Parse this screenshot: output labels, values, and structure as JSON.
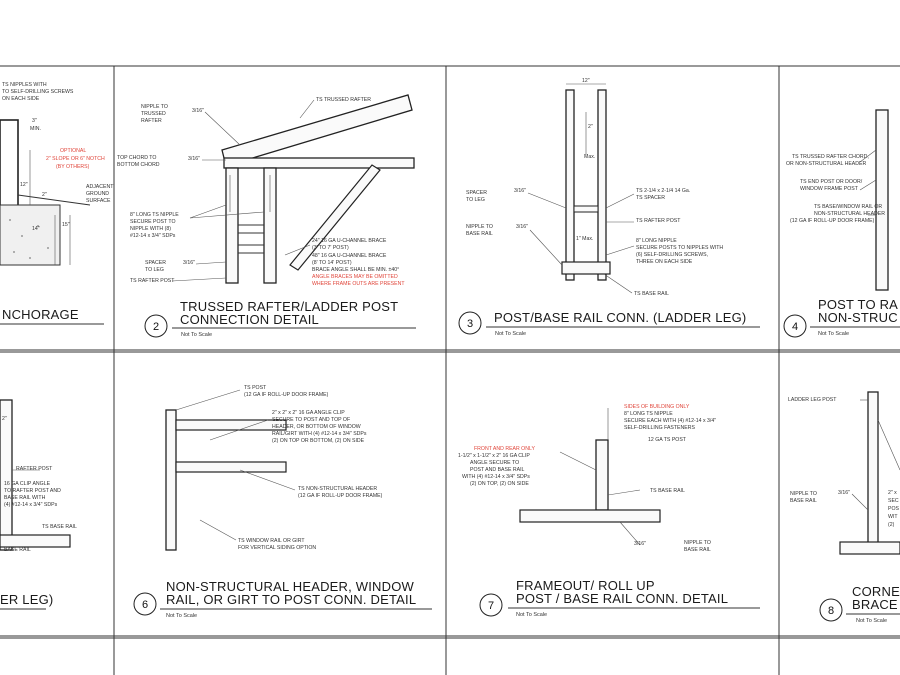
{
  "panels": {
    "p0": {
      "title": "NCHORAGE",
      "labels": [
        "TS NIPPLES WITH",
        "TO SELF-DRILLING SCREWS",
        "ON EACH SIDE",
        "3\"",
        "MIN.",
        "2\"",
        "12\"",
        "14\"",
        "15\"",
        "ADJACENT",
        "GROUND",
        "SURFACE"
      ],
      "red_labels": [
        "OPTIONAL",
        "2\" SLOPE OR 6\" NOTCH",
        "(BY OTHERS)"
      ]
    },
    "p1": {
      "number": "2",
      "title_line1": "TRUSSED RAFTER/LADDER POST",
      "title_line2": "CONNECTION DETAIL",
      "scale": "Not To Scale",
      "labels": [
        "NIPPLE TO",
        "TRUSSED",
        "RAFTER",
        "3/16\"",
        "TS TRUSSED RAFTER",
        "TOP CHORD TO",
        "BOTTOM CHORD",
        "3/16\"",
        "8\" LONG TS NIPPLE",
        "SECURE POST TO",
        "NIPPLE WITH (8)",
        "#12-14 x 3/4\" SDPs",
        "SPACER",
        "TO LEG",
        "3/16\"",
        "TS RAFTER POST",
        "24\" 16 GA U-CHANNEL BRACE",
        "(3' TO 7' POST)",
        "48\" 16 GA U-CHANNEL BRACE",
        "(8' TO 14' POST)",
        "BRACE ANGLE SHALL BE MIN. ±40°"
      ],
      "red_labels": [
        "ANGLE BRACES MAY BE OMITTED",
        "WHERE FRAME OUTS ARE PRESENT"
      ]
    },
    "p2": {
      "number": "3",
      "title": "POST/BASE RAIL CONN. (LADDER LEG)",
      "scale": "Not To Scale",
      "labels": [
        "12\"",
        "2\"",
        "Max.",
        "SPACER",
        "TO LEG",
        "3/16\"",
        "TS 2-1/4 x 2-1/4 14 Ga.",
        "TS SPACER",
        "TS RAFTER POST",
        "NIPPLE TO",
        "BASE RAIL",
        "3/16\"",
        "1\" Max.",
        "8\" LONG NIPPLE",
        "SECURE POSTS TO NIPPLES WITH",
        "(6) SELF-DRILLING SCREWS,",
        "THREE ON EACH SIDE",
        "TS BASE RAIL"
      ]
    },
    "p3": {
      "number": "4",
      "title_line1": "POST TO  RA",
      "title_line2": "NON-STRUC",
      "scale": "Not To Scale",
      "labels": [
        "TS TRUSSED RAFTER CHORD,",
        "OR NON-STRUCTURAL HEADER",
        "TS END POST OR DOOR/",
        "WINDOW FRAME POST",
        "TS BASE/WINDOW RAIL OR",
        "NON-STRUCTURAL HEADER",
        "(12 GA IF ROLL-UP DOOR FRAME)"
      ]
    },
    "p4": {
      "title": "ER LEG)",
      "labels": [
        "2\"",
        "RAFTER POST",
        "16 GA CLIP ANGLE",
        "TO RAFTER POST AND",
        "BASE RAIL WITH",
        "(4) #12-14 x 3/4\" SDPs",
        "TS BASE RAIL",
        "BASE RAIL"
      ]
    },
    "p5": {
      "number": "6",
      "title_line1": "NON-STRUCTURAL HEADER, WINDOW",
      "title_line2": "RAIL, OR GIRT TO POST CONN. DETAIL",
      "scale": "Not To Scale",
      "labels": [
        "TS POST",
        "(12 GA IF ROLL-UP DOOR FRAME)",
        "2\" x 2\" x 2\" 16 GA ANGLE CLIP",
        "SECURE TO POST AND TOP OF",
        "HEADER, OR BOTTOM OF WINDOW",
        "RAIL/GIRT WITH (4) #12-14 x 3/4\" SDPs",
        "(2) ON TOP OR BOTTOM, (2) ON SIDE",
        "TS NON-STRUCTURAL HEADER",
        "(12 GA IF ROLL-UP DOOR FRAME)",
        "TS WINDOW RAIL OR GIRT",
        "FOR VERTICAL SIDING OPTION"
      ]
    },
    "p6": {
      "number": "7",
      "title_line1": "FRAMEOUT/ ROLL UP",
      "title_line2": "POST / BASE RAIL CONN. DETAIL",
      "scale": "Not To Scale",
      "labels": [
        "8\" LONG TS NIPPLE",
        "SECURE EACH WITH (4) #12-14 x 3/4\"",
        "SELF-DRILLING FASTENERS",
        "12 GA TS POST",
        "1-1/2\" x 1-1/2\" x 2\" 16 GA CLIP",
        "ANGLE SECURE TO",
        "POST AND BASE RAIL",
        "WITH (4) #12-14 x 3/4\" SDPs",
        "(2) ON TOP, (2) ON SIDE",
        "TS BASE RAIL",
        "3/16\"",
        "NIPPLE TO",
        "BASE RAIL"
      ],
      "red_labels": [
        "SIDES OF BUILDING ONLY",
        "FRONT AND REAR ONLY"
      ]
    },
    "p7": {
      "number": "8",
      "title_line1": "CORNE",
      "title_line2": "BRACE",
      "scale": "Not To Scale",
      "labels": [
        "LADDER LEG POST",
        "NIPPLE TO",
        "BASE RAIL",
        "3/16\"",
        "2\" x",
        "SEC",
        "POS",
        "WIT",
        "(2)"
      ]
    }
  }
}
